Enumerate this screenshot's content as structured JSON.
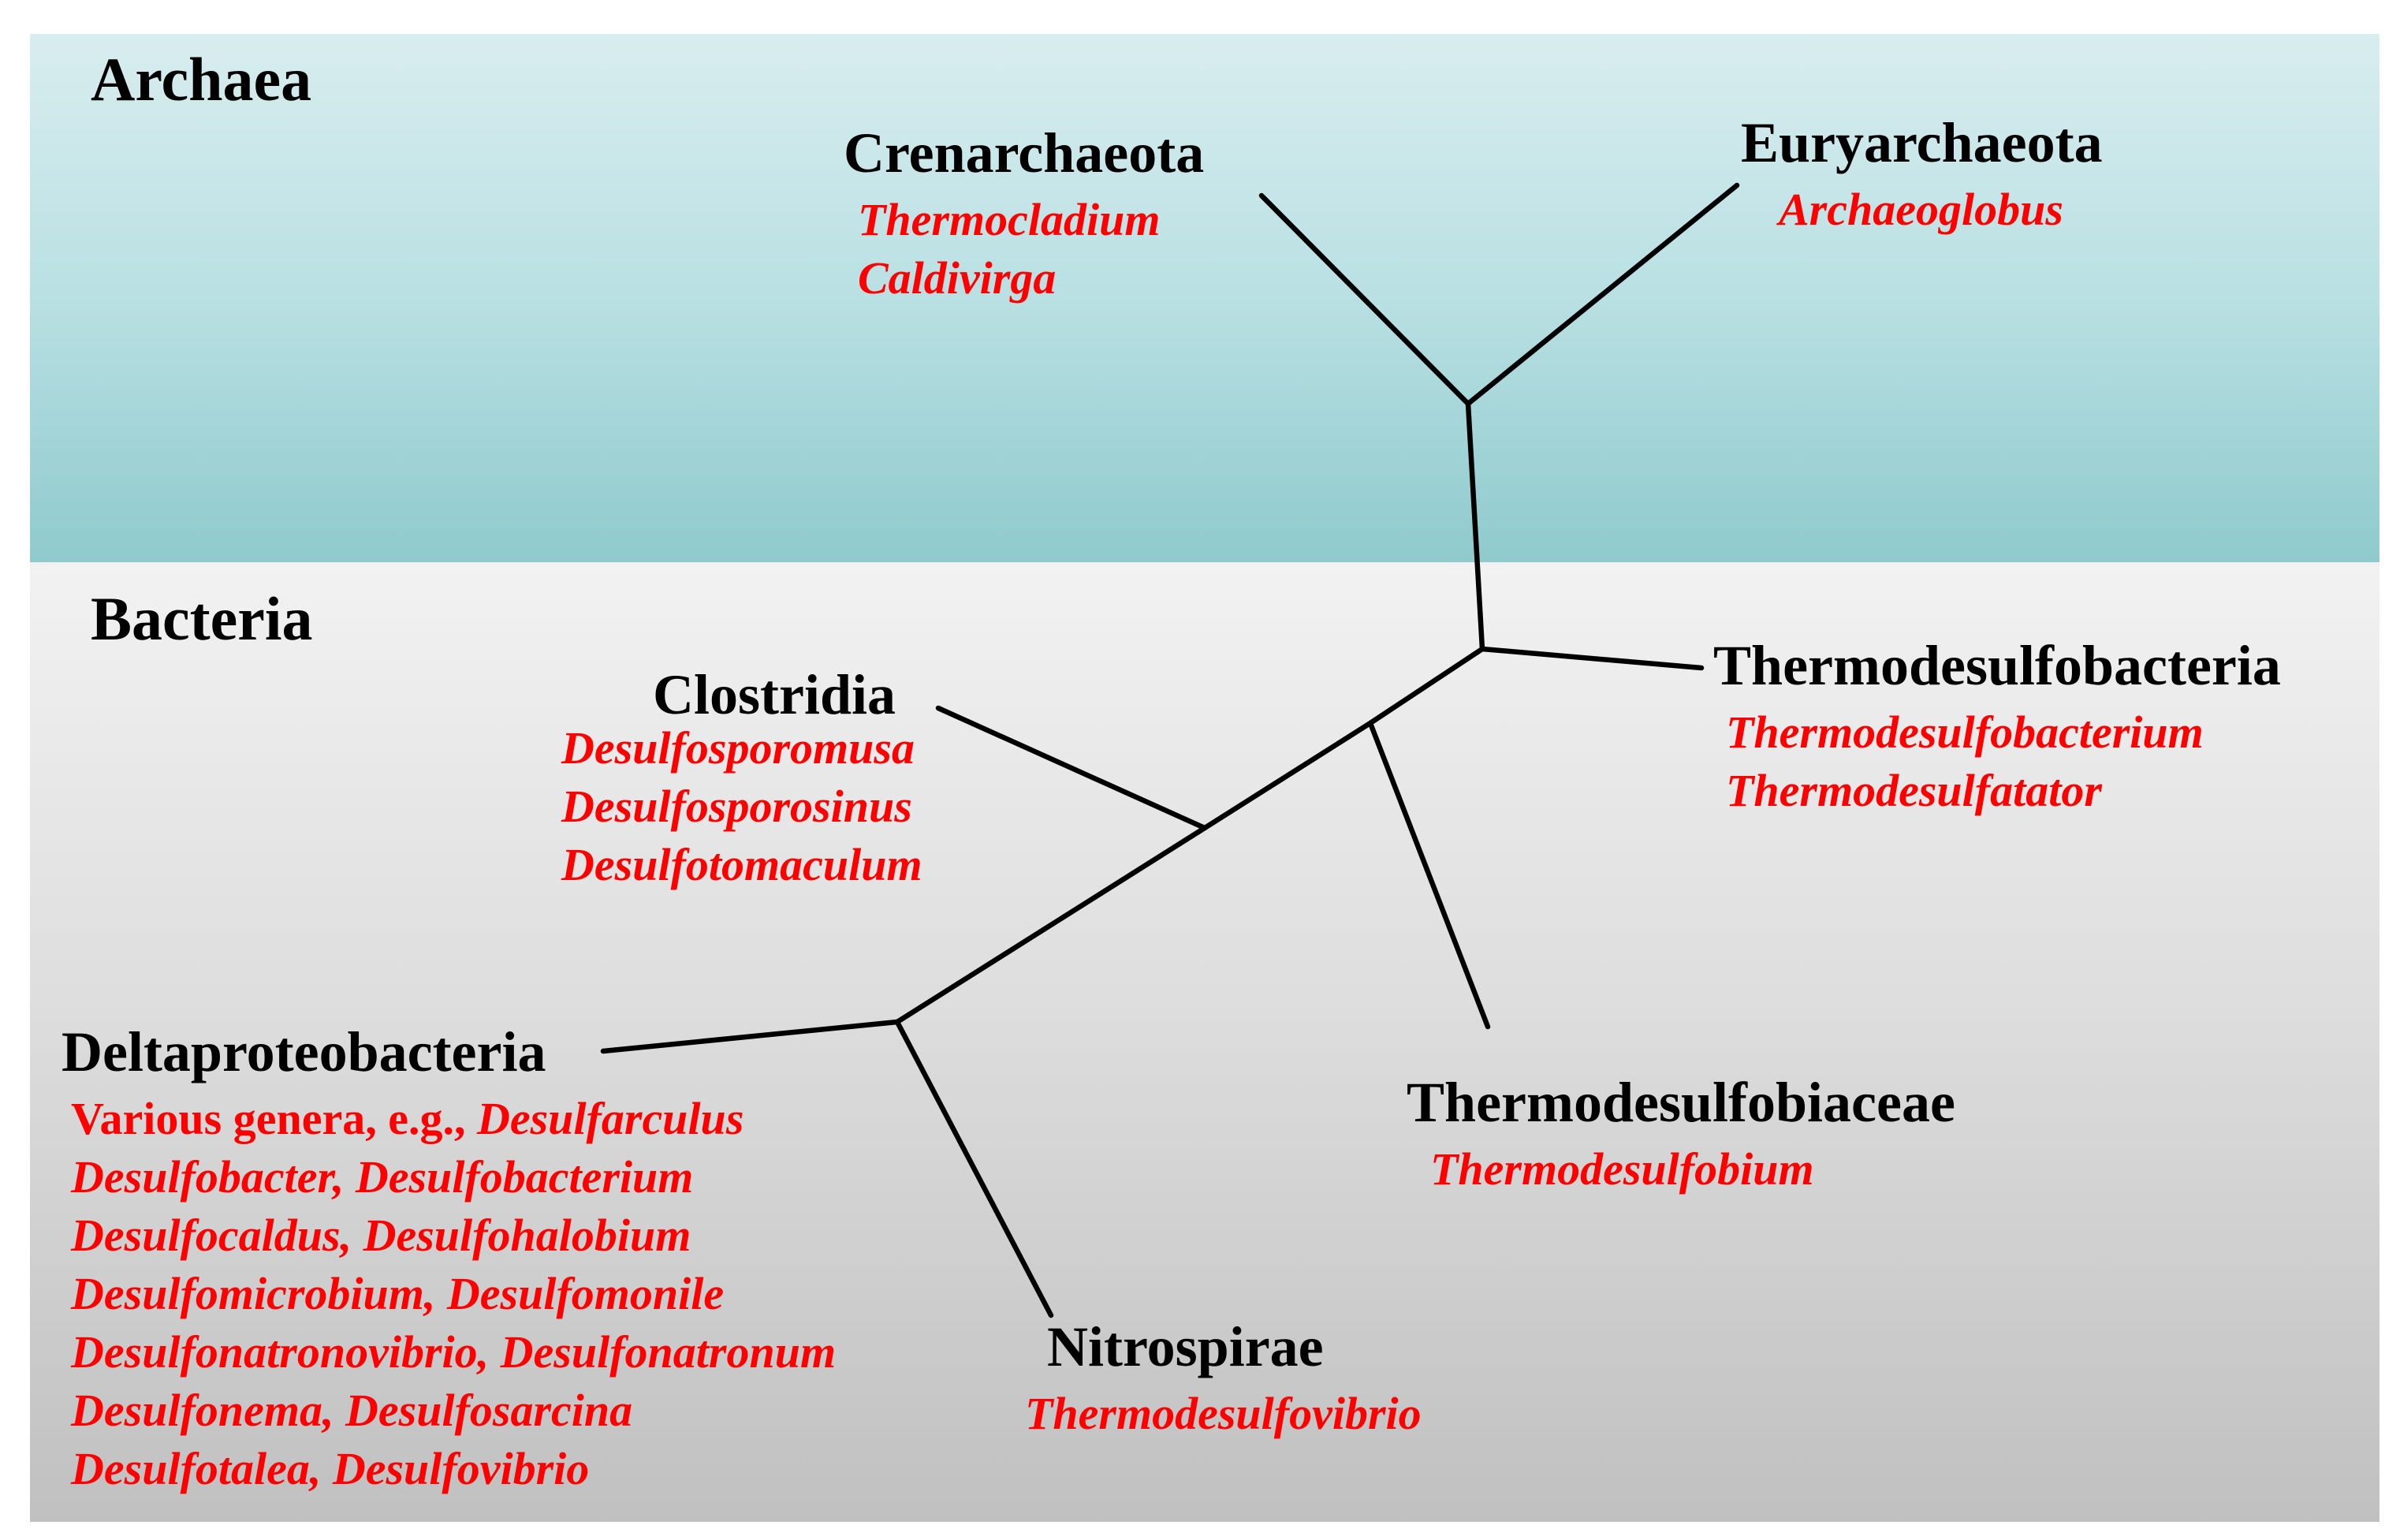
{
  "colors": {
    "archaea_top": "#d9edef",
    "archaea_bottom": "#8fcacd",
    "bacteria_top": "#f2f2f2",
    "bacteria_bottom": "#c0c0c0",
    "phylum_text": "#000000",
    "genus_text": "#ff0000",
    "branch": "#000000"
  },
  "domains": {
    "archaea": "Archaea",
    "bacteria": "Bacteria"
  },
  "taxa": {
    "crenarchaeota": {
      "name": "Crenarchaeota",
      "genera": [
        "Thermocladium",
        "Caldivirga"
      ]
    },
    "euryarchaeota": {
      "name": "Euryarchaeota",
      "genera": [
        "Archaeoglobus"
      ]
    },
    "clostridia": {
      "name": "Clostridia",
      "genera": [
        "Desulfosporomusa",
        "Desulfosporosinus",
        "Desulfotomaculum"
      ]
    },
    "thermodesulfobacteria": {
      "name": "Thermodesulfobacteria",
      "genera": [
        "Thermodesulfobacterium",
        "Thermodesulfatator"
      ]
    },
    "deltaproteobacteria": {
      "name": "Deltaproteobacteria",
      "intro": "Various genera, e.g., ",
      "genera": [
        "Desulfarculus",
        "Desulfobacter, Desulfobacterium",
        "Desulfocaldus, Desulfohalobium",
        "Desulfomicrobium, Desulfomonile",
        "Desulfonatronovibrio, Desulfonatronum",
        "Desulfonema, Desulfosarcina",
        "Desulfotalea, Desulfovibrio"
      ]
    },
    "thermodesulfobiaceae": {
      "name": "Thermodesulfobiaceae",
      "genera": [
        "Thermodesulfobium"
      ]
    },
    "nitrospirae": {
      "name": "Nitrospirae",
      "genera": [
        "Thermodesulfovibrio"
      ]
    }
  }
}
